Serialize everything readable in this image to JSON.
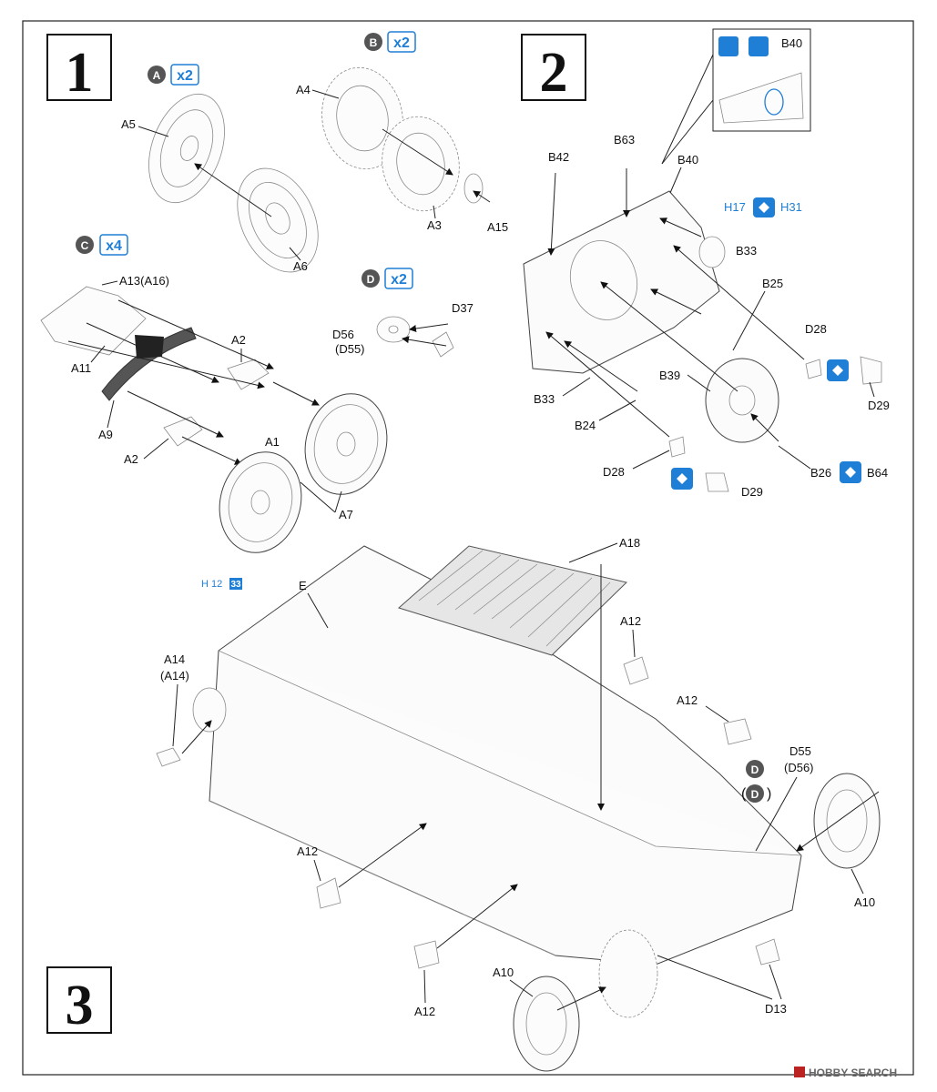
{
  "steps": [
    {
      "number": "1"
    },
    {
      "number": "2"
    },
    {
      "number": "3"
    }
  ],
  "step1": {
    "groups": [
      {
        "letter": "A",
        "qty": "x2"
      },
      {
        "letter": "B",
        "qty": "x2"
      },
      {
        "letter": "C",
        "qty": "x4"
      },
      {
        "letter": "D",
        "qty": "x2"
      }
    ],
    "parts": {
      "A5": "A5",
      "A6": "A6",
      "A4": "A4",
      "A3": "A3",
      "A15": "A15",
      "A13": "A13(A16)",
      "A11": "A11",
      "A9": "A9",
      "A2a": "A2",
      "A2b": "A2",
      "A1": "A1",
      "A7": "A7",
      "D56": "D56",
      "D55": "(D55)",
      "D37": "D37"
    },
    "paint_ref": {
      "code": "H 12",
      "num": "33"
    }
  },
  "step2": {
    "callout_label": "B40",
    "parts": {
      "B63": "B63",
      "B42": "B42",
      "B40": "B40",
      "B33a": "B33",
      "B25": "B25",
      "D28a": "D28",
      "B39": "B39",
      "D29a": "D29",
      "B33b": "B33",
      "B24": "B24",
      "D28b": "D28",
      "D29b": "D29",
      "B26": "B26",
      "B64": "B64"
    },
    "alt": {
      "left": "H17",
      "right": "H31"
    }
  },
  "step3": {
    "parts": {
      "A18": "A18",
      "E": "E",
      "A12a": "A12",
      "A12b": "A12",
      "A14": "A14",
      "A14p": "(A14)",
      "D55": "D55",
      "D56": "(D56)",
      "A12c": "A12",
      "A10a": "A10",
      "A10b": "A10",
      "A12d": "A12",
      "D13": "D13"
    },
    "marks": {
      "D": "D",
      "D_open": "(",
      "D_close": ")"
    }
  },
  "watermark": "HOBBY SEARCH"
}
